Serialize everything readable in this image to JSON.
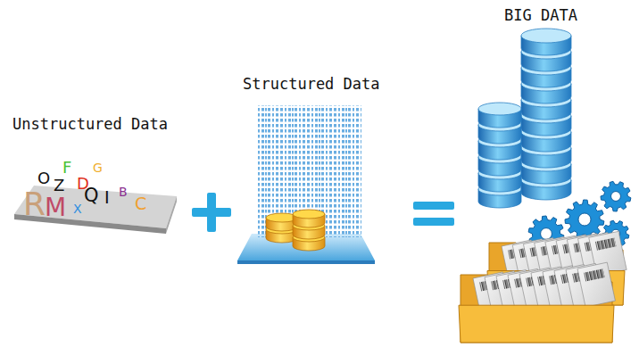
{
  "diagram": {
    "labels": [
      "BIG DATA",
      "Structured Data",
      "Unstructured Data",
      "O",
      "Z",
      "F",
      "G",
      "D",
      "R",
      "M",
      "X",
      "Q",
      "I",
      "B",
      "C"
    ]
  }
}
